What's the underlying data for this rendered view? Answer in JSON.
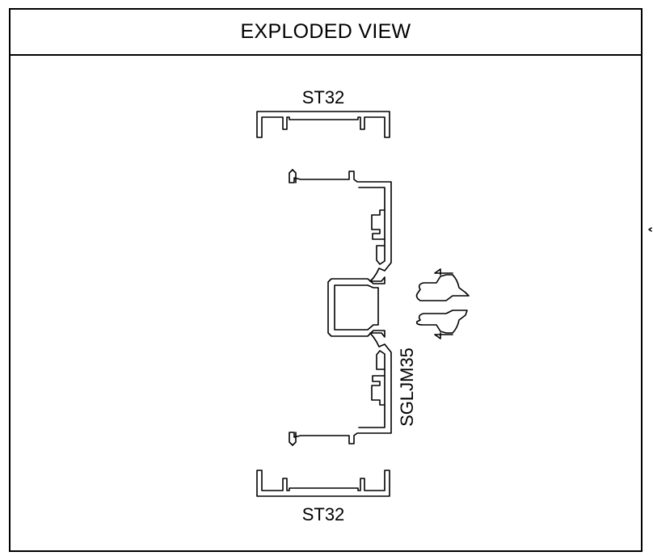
{
  "title": "EXPLODED VIEW",
  "labels": {
    "top_part": "ST32",
    "center_part": "SGLJM35",
    "bottom_part": "ST32"
  },
  "colors": {
    "line": "#000000",
    "background": "#ffffff"
  }
}
